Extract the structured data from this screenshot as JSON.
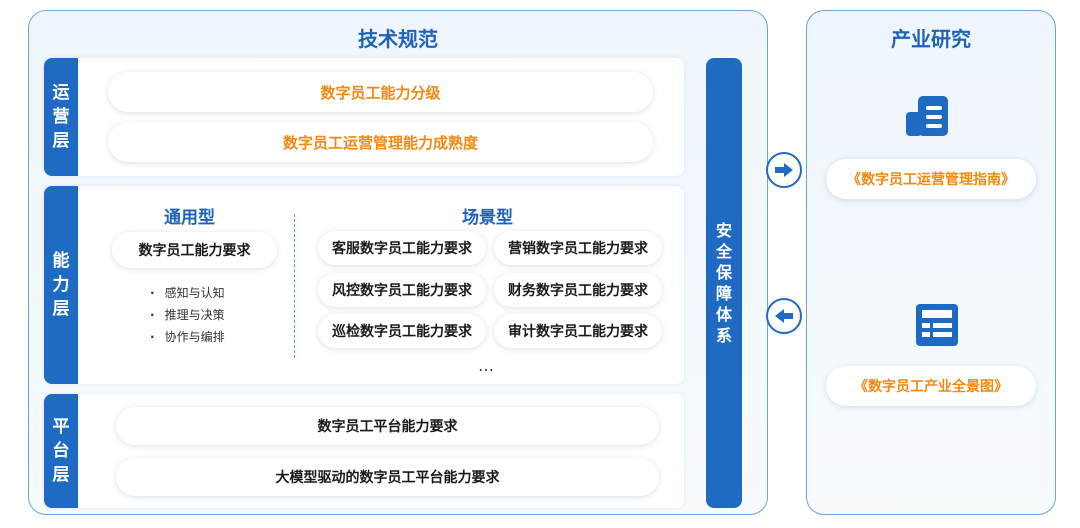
{
  "tech_panel": {
    "title": "技术规范",
    "ops_layer": {
      "tab": [
        "运",
        "营",
        "层"
      ],
      "items": [
        "数字员工能力分级",
        "数字员工运营管理能力成熟度"
      ]
    },
    "capability_layer": {
      "tab": [
        "能",
        "力",
        "层"
      ],
      "general": {
        "title": "通用型",
        "item": "数字员工能力要求",
        "bullets": [
          "感知与认知",
          "推理与决策",
          "协作与编排"
        ]
      },
      "scenario": {
        "title": "场景型",
        "items": [
          "客服数字员工能力要求",
          "营销数字员工能力要求",
          "风控数字员工能力要求",
          "财务数字员工能力要求",
          "巡检数字员工能力要求",
          "审计数字员工能力要求"
        ],
        "more": "…"
      }
    },
    "platform_layer": {
      "tab": [
        "平",
        "台",
        "层"
      ],
      "items": [
        "数字员工平台能力要求",
        "大模型驱动的数字员工平台能力要求"
      ]
    },
    "security": [
      "安",
      "全",
      "保",
      "障",
      "体",
      "系"
    ]
  },
  "research_panel": {
    "title": "产业研究",
    "items": [
      "《数字员工运营管理指南》",
      "《数字员工产业全景图》"
    ]
  },
  "colors": {
    "accent": "#1f6bc4",
    "highlight": "#f08a10",
    "border": "#6fa3d8"
  },
  "icons": [
    "document-icon",
    "dashboard-icon",
    "arrow-right-icon",
    "arrow-left-icon"
  ]
}
